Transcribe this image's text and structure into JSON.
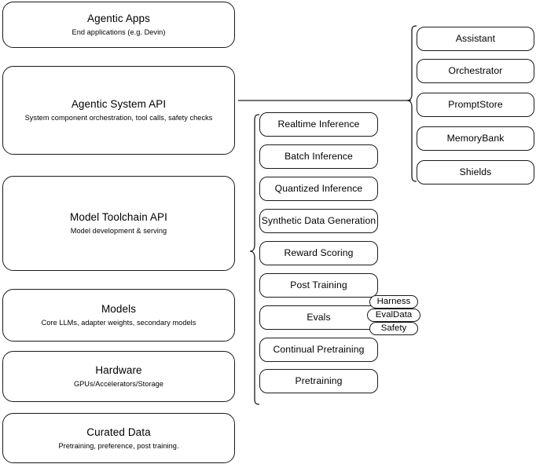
{
  "diagram": {
    "type": "layered-architecture-stack",
    "background_color": "#ffffff",
    "stroke_color": "#1a1a1a"
  },
  "stack": {
    "layers": [
      {
        "title": "Agentic Apps",
        "subtitle": "End applications (e.g. Devin)"
      },
      {
        "title": "Agentic System API",
        "subtitle": "System component orchestration, tool calls, safety checks"
      },
      {
        "title": "Model Toolchain API",
        "subtitle": "Model development & serving"
      },
      {
        "title": "Models",
        "subtitle": "Core LLMs, adapter weights, secondary models"
      },
      {
        "title": "Hardware",
        "subtitle": "GPUs/Accelerators/Storage"
      },
      {
        "title": "Curated Data",
        "subtitle": "Pretraining, preference, post training."
      }
    ]
  },
  "toolchain": {
    "items": [
      {
        "label": "Realtime Inference"
      },
      {
        "label": "Batch Inference"
      },
      {
        "label": "Quantized Inference"
      },
      {
        "label": "Synthetic Data Generation"
      },
      {
        "label": "Reward Scoring"
      },
      {
        "label": "Post Training"
      },
      {
        "label": "Evals"
      },
      {
        "label": "Continual Pretraining"
      },
      {
        "label": "Pretraining"
      }
    ]
  },
  "evals_badges": {
    "items": [
      {
        "label": "Harness"
      },
      {
        "label": "EvalData"
      },
      {
        "label": "Safety"
      }
    ]
  },
  "agentic_components": {
    "items": [
      {
        "label": "Assistant"
      },
      {
        "label": "Orchestrator"
      },
      {
        "label": "PromptStore"
      },
      {
        "label": "MemoryBank"
      },
      {
        "label": "Shields"
      }
    ]
  }
}
